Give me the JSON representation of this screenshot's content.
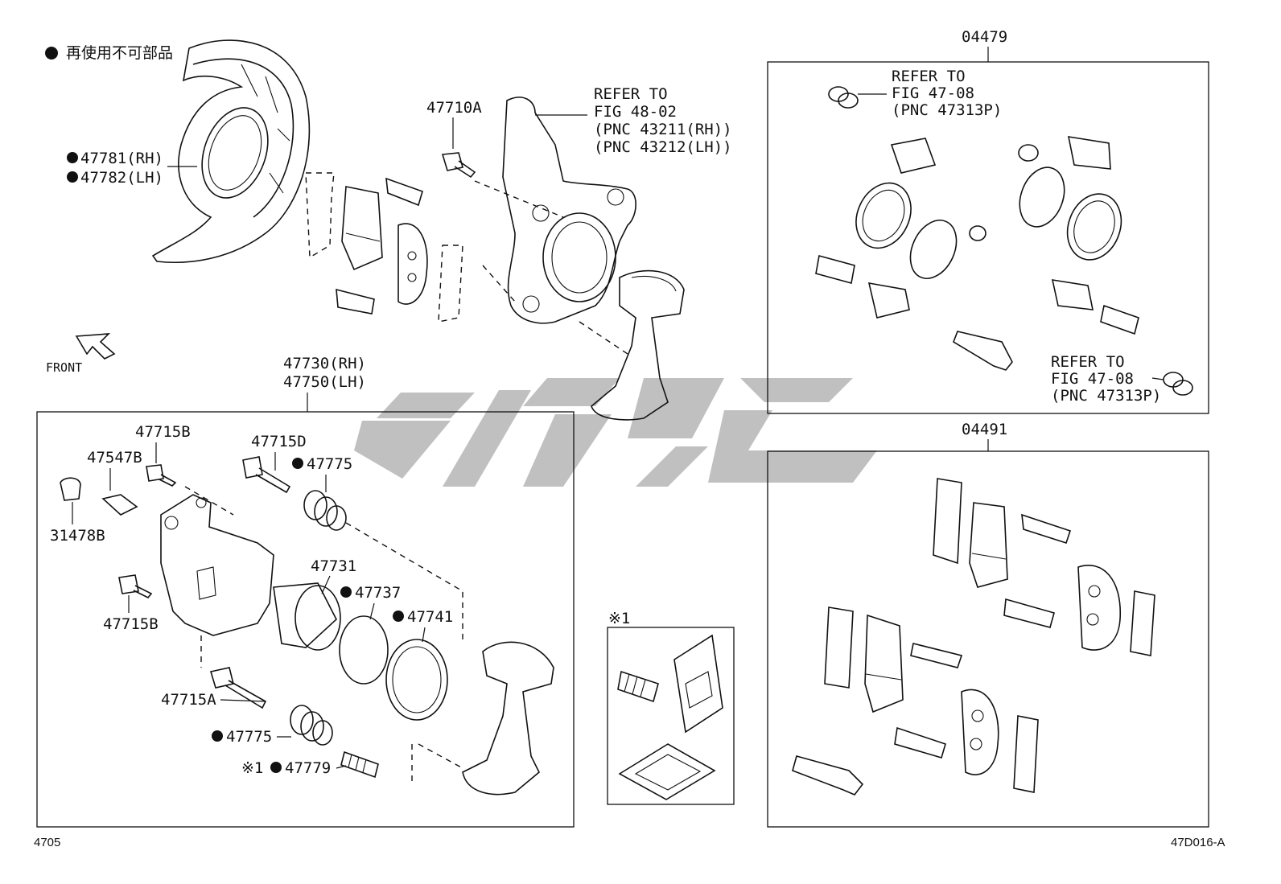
{
  "legend": {
    "text": "再使用不可部品"
  },
  "labels": {
    "p47781": "47781(RH)",
    "p47782": "47782(LH)",
    "p47710A": "47710A",
    "refer_knuckle": [
      "REFER TO",
      "FIG 48-02",
      "(PNC 43211(RH))",
      "(PNC 43212(LH))"
    ],
    "front": "FRONT",
    "caliper_rh": "47730(RH)",
    "caliper_lh": "47750(LH)",
    "p47715B_top": "47715B",
    "p47547B": "47547B",
    "p31478B": "31478B",
    "p47715D": "47715D",
    "p47775_top": "47775",
    "p47731": "47731",
    "p47737": "47737",
    "p47741": "47741",
    "p47715B_bot": "47715B",
    "p47715A": "47715A",
    "p47775_bot": "47775",
    "note_mark": "※1",
    "p47779": "47779",
    "kit_04479": "04479",
    "refer_seal_top": [
      "REFER TO",
      "FIG 47-08",
      "(PNC 47313P)"
    ],
    "refer_seal_bot": [
      "REFER TO",
      "FIG 47-08",
      "(PNC 47313P)"
    ],
    "kit_04491": "04491",
    "note_box_mark": "※1",
    "footer_left": "4705",
    "footer_right": "47D016-A"
  }
}
